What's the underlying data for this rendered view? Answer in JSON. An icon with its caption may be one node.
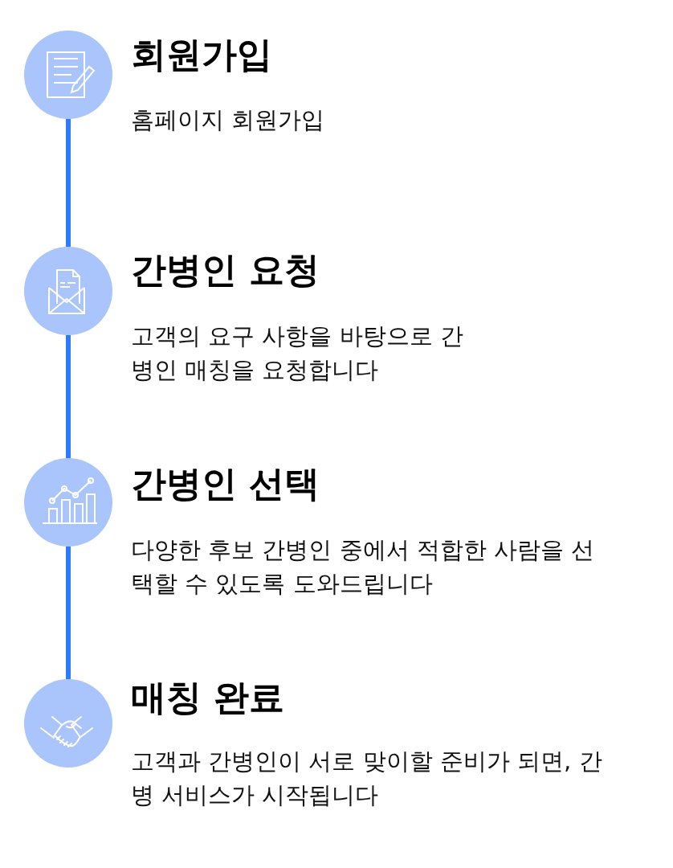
{
  "diagram": {
    "nodes": [
      {
        "text": [],
        "shape": "circle",
        "beside": [
          "회원가입",
          "홈페이지 회원가입"
        ]
      },
      {
        "text": [],
        "shape": "circle",
        "beside": [
          "간병인 요청",
          "고객의 요구 사항을 바탕으로 간병인 매칭을 요청합니다"
        ]
      },
      {
        "text": [],
        "shape": "circle",
        "beside": [
          "간병인 선택",
          "다양한 후보 간병인 중에서 적합한 사람을 선택할 수 있도록 도와드립니다"
        ]
      },
      {
        "text": [],
        "shape": "circle",
        "beside": [
          "매칭 완료",
          "고객과 간병인이 서로 맞이할 준비가 되면, 간병 서비스가 시작됩니다"
        ]
      }
    ],
    "edges": [
      {
        "from": 0,
        "to": 1,
        "arrow": "none"
      },
      {
        "from": 1,
        "to": 2,
        "arrow": "none"
      },
      {
        "from": 2,
        "to": 3,
        "arrow": "none"
      }
    ]
  }
}
